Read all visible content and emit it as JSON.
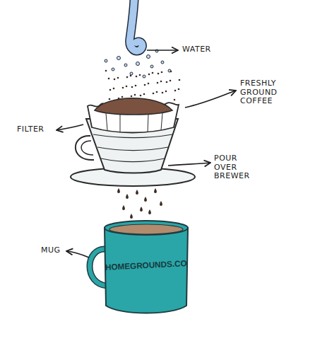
{
  "diagram": {
    "labels": [
      "WATER",
      "FRESHLY GROUND COFFEE",
      "FILTER",
      "POUR OVER BREWER",
      "MUG",
      "HOMEGROUNDS.CO"
    ]
  }
}
